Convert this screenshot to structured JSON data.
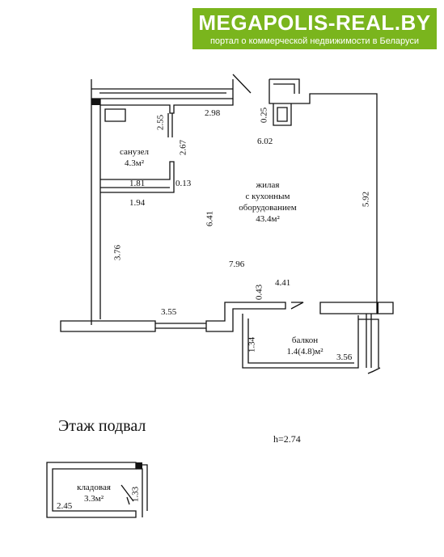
{
  "banner": {
    "brand": "MEGAPOLIS-REAL.BY",
    "tagline": "портал о коммерческой недвижимости в Беларуси"
  },
  "plan": {
    "rooms": {
      "bathroom": {
        "name": "санузел",
        "area": "4.3м²"
      },
      "living": {
        "line1": "жилая",
        "line2": "с кухонным",
        "line3": "оборудованием",
        "area": "43.4м²"
      },
      "balcony": {
        "name": "балкон",
        "area": "1.4(4.8)м²"
      },
      "storage": {
        "name": "кладовая",
        "area": "3.3м²"
      }
    },
    "dimensions": {
      "d_298": "2.98",
      "d_255": "2.55",
      "d_025": "0.25",
      "d_267": "2.67",
      "d_602": "6.02",
      "d_181": "1.81",
      "d_013": "0.13",
      "d_194": "1.94",
      "d_641": "6.41",
      "d_592": "5.92",
      "d_376": "3.76",
      "d_796": "7.96",
      "d_043": "0.43",
      "d_441": "4.41",
      "d_355": "3.55",
      "d_134": "1.34",
      "d_356": "3.56",
      "d_245": "2.45",
      "d_133": "1.33"
    },
    "floor_title": "Этаж подвал",
    "height": "h=2.74"
  }
}
